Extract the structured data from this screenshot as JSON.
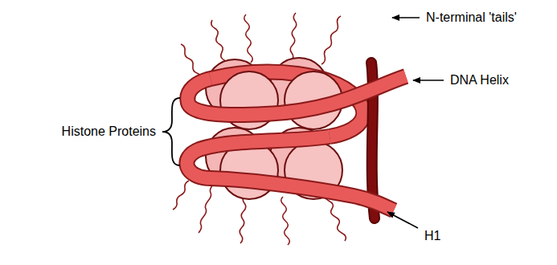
{
  "diagram": {
    "labels": [
      "N-terminal 'tails'",
      "DNA Helix",
      "Histone Proteins",
      "H1"
    ]
  }
}
